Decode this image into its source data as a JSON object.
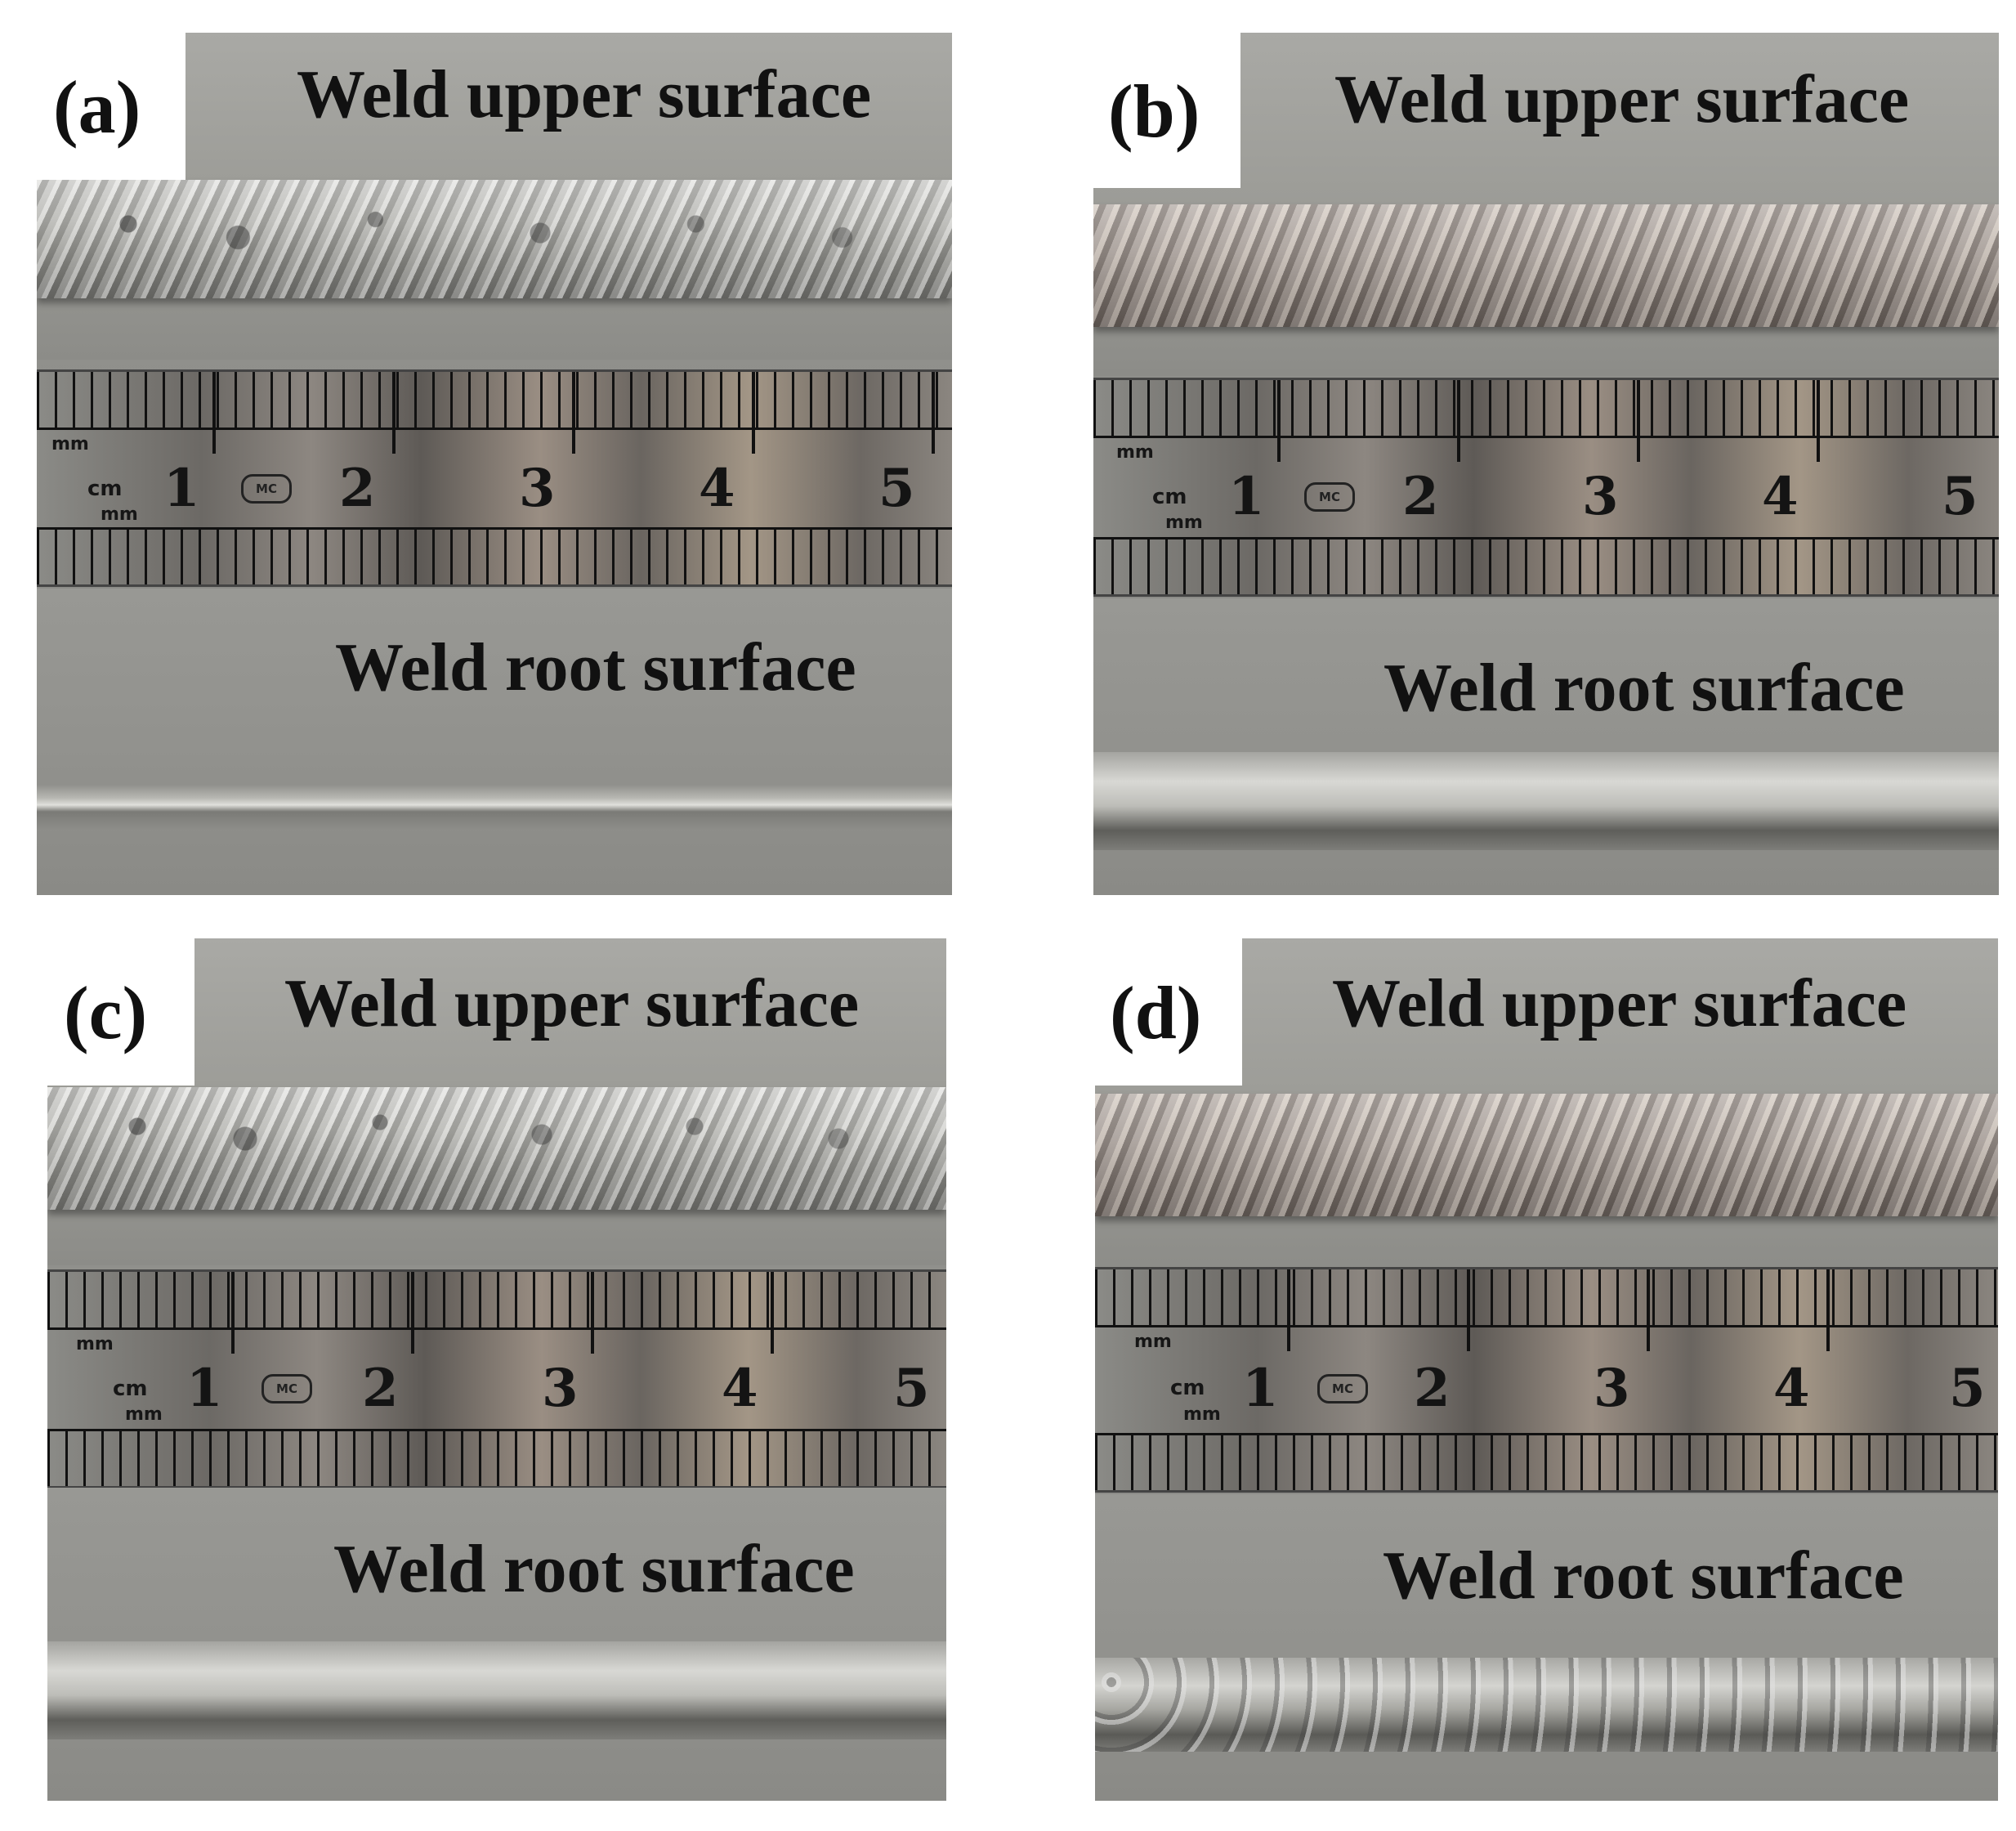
{
  "panels": [
    {
      "label": "(a)",
      "upper_caption": "Weld upper surface",
      "root_caption": "Weld root surface",
      "ruler": {
        "top_unit": "mm",
        "cm_unit": "cm",
        "bottom_unit": "mm",
        "numbers": [
          "1",
          "2",
          "3",
          "4",
          "5"
        ],
        "logo": "MC"
      }
    },
    {
      "label": "(b)",
      "upper_caption": "Weld upper surface",
      "root_caption": "Weld root surface",
      "ruler": {
        "top_unit": "mm",
        "cm_unit": "cm",
        "bottom_unit": "mm",
        "numbers": [
          "1",
          "2",
          "3",
          "4",
          "5"
        ],
        "logo": "MC"
      }
    },
    {
      "label": "(c)",
      "upper_caption": "Weld upper surface",
      "root_caption": "Weld root surface",
      "ruler": {
        "top_unit": "mm",
        "cm_unit": "cm",
        "bottom_unit": "mm",
        "numbers": [
          "1",
          "2",
          "3",
          "4",
          "5"
        ],
        "logo": "MC"
      }
    },
    {
      "label": "(d)",
      "upper_caption": "Weld upper surface",
      "root_caption": "Weld root surface",
      "ruler": {
        "top_unit": "mm",
        "cm_unit": "cm",
        "bottom_unit": "mm",
        "numbers": [
          "1",
          "2",
          "3",
          "4",
          "5"
        ],
        "logo": "MC"
      }
    }
  ]
}
